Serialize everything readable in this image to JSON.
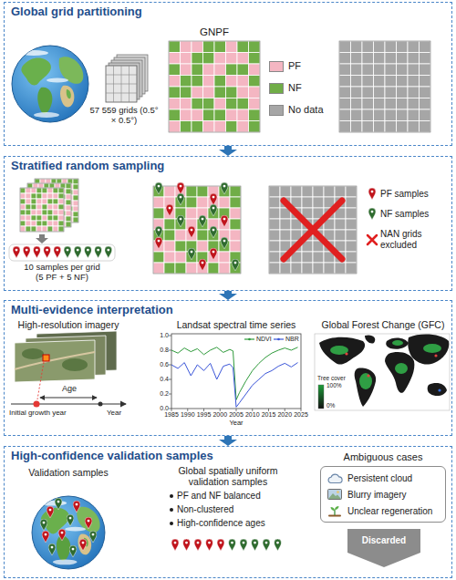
{
  "diagram": {
    "nodes": [
      {
        "text": [
          "Global grid partitioning"
        ]
      },
      {
        "text": [
          "Stratified random sampling"
        ]
      },
      {
        "text": [
          "Multi-evidence interpretation"
        ]
      },
      {
        "text": [
          "High-confidence validation samples"
        ]
      },
      {
        "text": [
          "Ambiguous cases",
          "Persistent cloud",
          "Blurry imagery",
          "Unclear regeneration"
        ],
        "in": 3
      },
      {
        "text": [
          "Discarded"
        ],
        "in": 3
      }
    ],
    "edges": [
      {
        "from": 0,
        "to": 1,
        "arrow": "to"
      },
      {
        "from": 1,
        "to": 2,
        "arrow": "to"
      },
      {
        "from": 2,
        "to": 3,
        "arrow": "to"
      }
    ],
    "labels": [
      "57 559 grids (0.5° × 0.5°)",
      "GNPF",
      "10 samples per grid (5 PF + 5 NF)",
      "High-resolution imagery",
      "Age",
      "Initial growth year",
      "Year",
      "Landsat spectral time series",
      "1.0",
      "0.8",
      "0.6",
      "0.4",
      "0.2",
      "0.0",
      "1985",
      "1990",
      "1995",
      "2000",
      "2005",
      "2010",
      "2015",
      "2020",
      "2025",
      "Year",
      "Global Forest Change (GFC)",
      "Tree cover",
      "100%",
      "0%",
      "Validation samples",
      "Global spatially uniform validation samples",
      "PF and NF balanced",
      "Non-clustered",
      "High-confidence ages"
    ],
    "legend": [
      {
        "text": "PF",
        "color": "#f4b6c2"
      },
      {
        "text": "NF",
        "color": "#70ad47"
      },
      {
        "text": "No data",
        "color": "#a6a6a6"
      },
      {
        "text": "PF samples"
      },
      {
        "text": "NF samples"
      },
      {
        "text": "NAN grids excluded"
      },
      {
        "text": "NDVI"
      },
      {
        "text": "NBR"
      }
    ]
  }
}
